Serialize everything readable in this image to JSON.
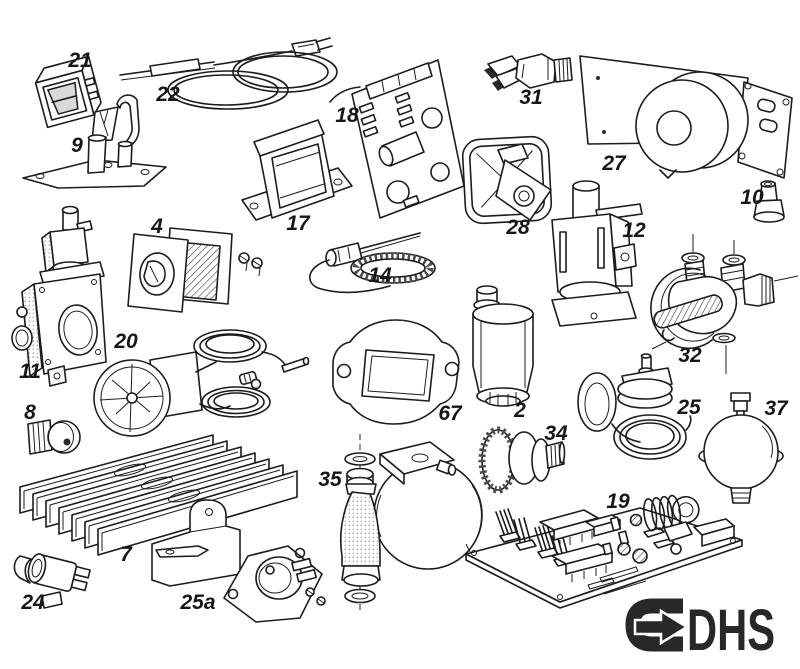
{
  "colors": {
    "ink": "#1c1c1c",
    "paper": "#ffffff",
    "logo": "#282828"
  },
  "parts": [
    {
      "label": "21",
      "name": "rocker-switch"
    },
    {
      "label": "22",
      "name": "ignition-cable-with-coil"
    },
    {
      "label": "9",
      "name": "electrode-mounting-plate"
    },
    {
      "label": "18",
      "name": "ignition-circuit-board"
    },
    {
      "label": "17",
      "name": "transformer"
    },
    {
      "label": "4",
      "name": "insulation-panel-kit"
    },
    {
      "label": "14",
      "name": "ignition-electrode"
    },
    {
      "label": "31",
      "name": "burner-injector"
    },
    {
      "label": "27",
      "name": "fan-assembly"
    },
    {
      "label": "10",
      "name": "rubber-sleeve"
    },
    {
      "label": "28",
      "name": "inspection-cover"
    },
    {
      "label": "12",
      "name": "solenoid-valve"
    },
    {
      "label": "32",
      "name": "water-valve-assembly"
    },
    {
      "label": "11",
      "name": "gas-valve"
    },
    {
      "label": "20",
      "name": "thermostat-with-capillary"
    },
    {
      "label": "8",
      "name": "blanking-plug"
    },
    {
      "label": "67",
      "name": "mounting-plate"
    },
    {
      "label": "2",
      "name": "filter-cartridge"
    },
    {
      "label": "34",
      "name": "knurled-valve-knob"
    },
    {
      "label": "25",
      "name": "gauge-with-capillary"
    },
    {
      "label": "37",
      "name": "expansion-vessel"
    },
    {
      "label": "35",
      "name": "circulation-pump"
    },
    {
      "label": "7",
      "name": "heat-exchanger"
    },
    {
      "label": "24",
      "name": "clip-on-thermostat"
    },
    {
      "label": "25a",
      "name": "limit-thermostat"
    },
    {
      "label": "19",
      "name": "control-circuit-board"
    }
  ],
  "logo": {
    "text": "DHS"
  }
}
